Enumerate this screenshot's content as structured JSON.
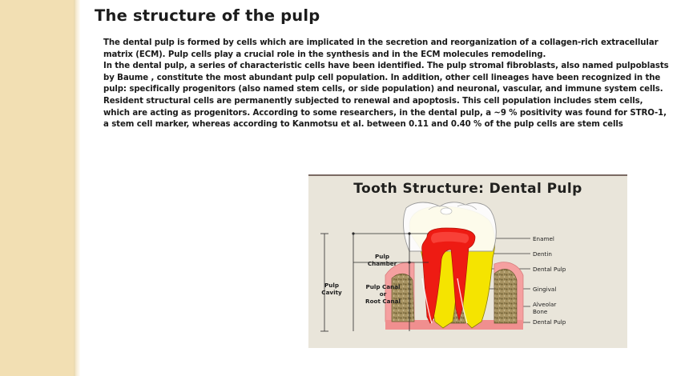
{
  "slide": {
    "title": "The structure of the pulp",
    "body_paragraphs": [
      "The dental pulp is formed by cells which are implicated in the secretion and reorganization of a collagen-rich extracellular matrix (ECM). Pulp cells play a crucial role in the synthesis and in the ECM molecules remodeling.",
      "In the dental pulp, a series of characteristic cells have been identified. The pulp stromal fibroblasts, also named pulpoblasts by Baume , constitute the most abundant pulp cell population. In addition, other cell lineages have been recognized in the pulp: specifically progenitors (also named stem cells, or side population) and neuronal, vascular, and immune system cells. Resident structural cells are permanently subjected to renewal and apoptosis. This cell population includes stem cells, which are acting as progenitors. According to some researchers, in the dental pulp, a ~9 % positivity was found for STRO-1, a stem cell marker, whereas according to Kanmotsu et al. between 0.11 and 0.40 % of the pulp cells are stem cells"
    ]
  },
  "figure": {
    "title": "Tooth Structure: Dental Pulp",
    "dimension_labels": {
      "pulp_cavity": "Pulp\nCavity",
      "pulp_chamber": "Pulp\nChamber",
      "pulp_canal": "Pulp Canal\nor\nRoot Canal"
    },
    "callouts": [
      {
        "id": "enamel",
        "label": "Enamel"
      },
      {
        "id": "dentin",
        "label": "Dentin"
      },
      {
        "id": "dental-pulp-1",
        "label": "Dental Pulp"
      },
      {
        "id": "gingival",
        "label": "Gingival"
      },
      {
        "id": "alveolar-bone",
        "label": "Alveolar\n  Bone"
      },
      {
        "id": "dental-pulp-2",
        "label": "Dental Pulp"
      }
    ],
    "colors": {
      "enamel": "#fbfbfb",
      "dentin": "#f5e400",
      "pulp": "#ee1b13",
      "gingiva": "#f59a9a",
      "bone": "#9a8b5e",
      "panel_background": "#e9e5da",
      "panel_border": "#7a6a62"
    }
  },
  "theme": {
    "side_band": "#f2dfb3",
    "page_background": "#ffffff",
    "text": "#1a1a1a"
  }
}
